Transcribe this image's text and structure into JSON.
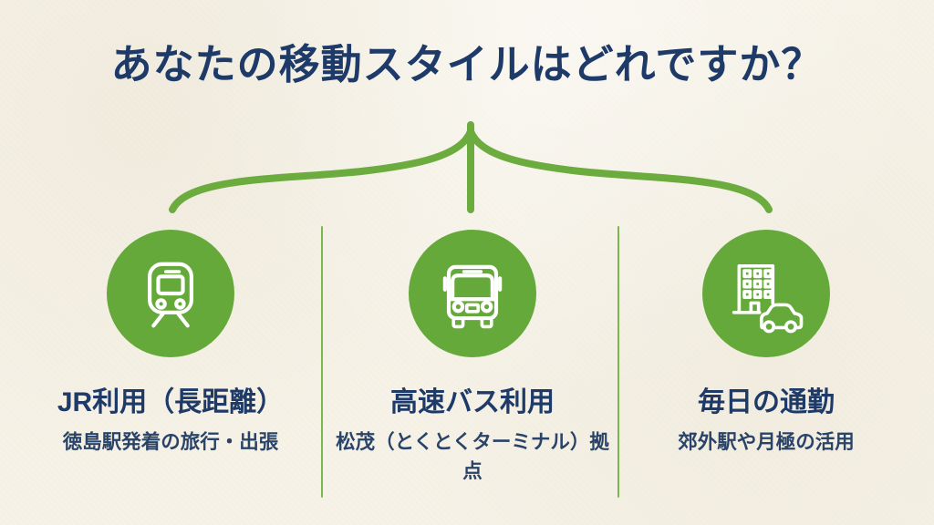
{
  "title": "あなたの移動スタイルはどれですか？",
  "colors": {
    "background": "#f6f2e7",
    "circle_green": "#65a93a",
    "branch_green": "#6cab3e",
    "divider_green": "#7ab84e",
    "heading_navy": "#1d3a68",
    "body_navy": "#2a4368",
    "icon_stroke": "#ffffff"
  },
  "columns": [
    {
      "icon": "train-icon",
      "heading": "JR利用（長距離）",
      "description": "徳島駅発着の旅行・出張"
    },
    {
      "icon": "bus-icon",
      "heading": "高速バス利用",
      "description": "松茂（とくとくターミナル）拠点"
    },
    {
      "icon": "building-car-icon",
      "heading": "毎日の通勤",
      "description": "郊外駅や月極の活用"
    }
  ]
}
